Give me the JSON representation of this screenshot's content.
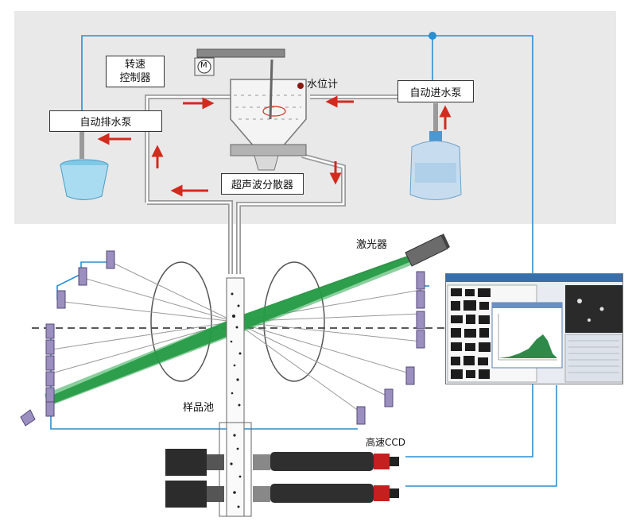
{
  "labels": {
    "speed_controller_line1": "转速",
    "speed_controller_line2": "控制器",
    "water_level_meter": "水位计",
    "auto_drain_pump": "自动排水泵",
    "auto_inlet_pump": "自动进水泵",
    "ultrasonic_disperser": "超声波分散器",
    "laser": "激光器",
    "sample_cell": "样品池",
    "high_speed_ccd": "高速CCD",
    "motor_symbol": "M"
  },
  "colors": {
    "background_panel": "#e9e9e9",
    "pipe_line": "#2a8fd0",
    "flow_arrow": "#d32a1e",
    "laser_beam": "#1f8a3c",
    "detector": "#9b8fbf",
    "tube": "#b8b8b8"
  }
}
